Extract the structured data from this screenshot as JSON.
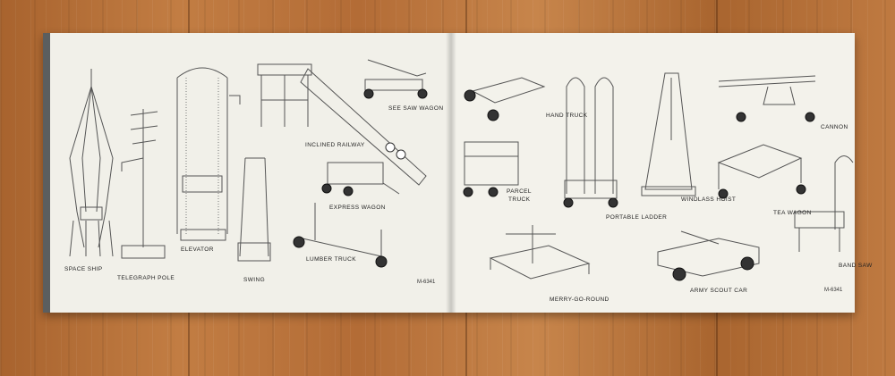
{
  "left_page": {
    "labels": {
      "space_ship": "SPACE SHIP",
      "telegraph_pole": "TELEGRAPH POLE",
      "elevator": "ELEVATOR",
      "swing": "SWING",
      "inclined_railway": "INCLINED RAILWAY",
      "see_saw_wagon": "SEE SAW WAGON",
      "express_wagon": "EXPRESS WAGON",
      "lumber_truck": "LUMBER TRUCK"
    },
    "page_code": "M-6341"
  },
  "right_page": {
    "labels": {
      "hand_truck": "HAND TRUCK",
      "parcel_truck_line1": "PARCEL",
      "parcel_truck_line2": "TRUCK",
      "portable_ladder": "PORTABLE LADDER",
      "windlass_hoist": "WINDLASS HOIST",
      "cannon": "CANNON",
      "tea_wagon": "TEA WAGON",
      "band_saw": "BAND SAW",
      "merry_go_round": "MERRY-GO-ROUND",
      "army_scout_car": "ARMY SCOUT CAR"
    },
    "page_code": "M-6341"
  }
}
